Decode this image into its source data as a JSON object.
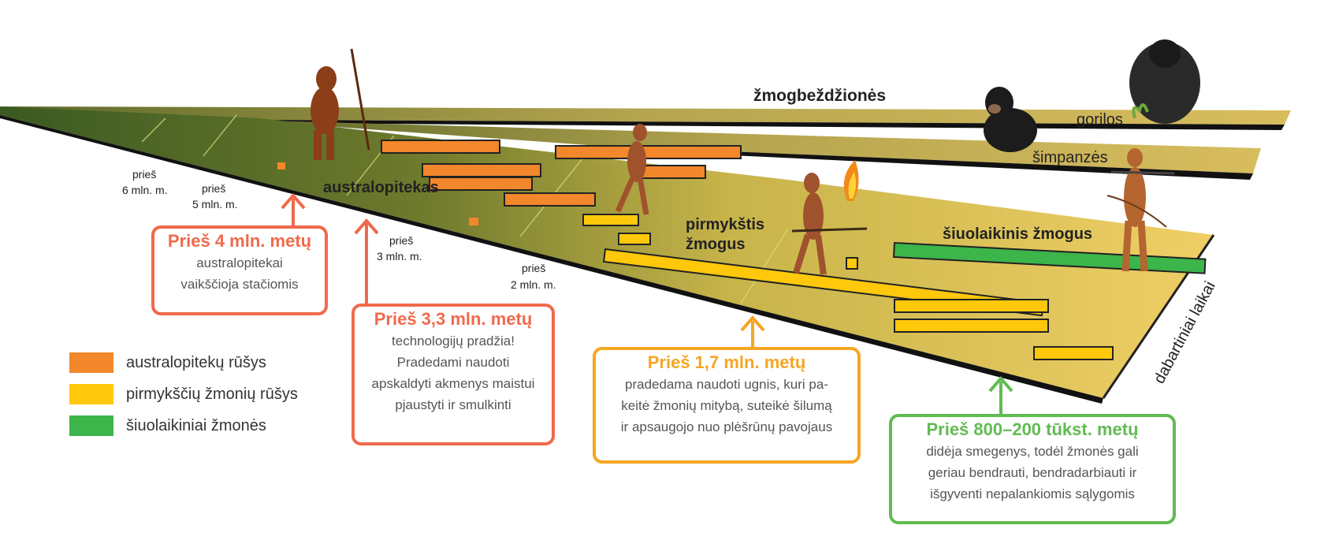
{
  "colors": {
    "australopithecus": "#f2872b",
    "primitive": "#ffc80b",
    "modern": "#3cb54a",
    "callout_red": "#ef6a4c",
    "callout_orange": "#f5a623",
    "callout_green": "#61bb52",
    "platform_dark": "#3a5a22",
    "platform_light": "#e8c75a"
  },
  "labels": {
    "apes": "žmogbeždžionės",
    "gorillas": "gorilos",
    "chimps": "šimpanzės",
    "australopithecus": "australopitekas",
    "primitive_line1": "pirmykštis",
    "primitive_line2": "žmogus",
    "modern": "šiuolaikinis žmogus",
    "present": "dabartiniai laikai"
  },
  "time_marks": [
    {
      "line1": "prieš",
      "line2": "6 mln. m."
    },
    {
      "line1": "prieš",
      "line2": "5 mln. m."
    },
    {
      "line1": "prieš",
      "line2": "3 mln. m."
    },
    {
      "line1": "prieš",
      "line2": "2 mln. m."
    }
  ],
  "callouts": [
    {
      "title": "Prieš 4 mln. metų",
      "lines": [
        "australopitekai",
        "vaikščioja stačiomis"
      ]
    },
    {
      "title": "Prieš 3,3 mln. metų",
      "lines": [
        "technologijų pradžia!",
        "Pradedami naudoti",
        "apskaldyti akmenys maistui",
        "pjaustyti ir smulkinti"
      ]
    },
    {
      "title": "Prieš 1,7 mln. metų",
      "lines": [
        "pradedama naudoti ugnis, kuri pa-",
        "keitė žmonių mitybą, suteikė šilumą",
        "ir apsaugojo nuo plėšrūnų pavojaus"
      ]
    },
    {
      "title": "Prieš 800–200 tūkst. metų",
      "lines": [
        "didėja smegenys, todėl žmonės gali",
        "geriau bendrauti, bendradarbiauti ir",
        "išgyventi nepalankiomis sąlygomis"
      ]
    }
  ],
  "legend": [
    {
      "label": "australopitekų rūšys",
      "color": "#f2872b"
    },
    {
      "label": "pirmykščių žmonių rūšys",
      "color": "#ffc80b"
    },
    {
      "label": "šiuolaikiniai žmonės",
      "color": "#3cb54a"
    }
  ]
}
